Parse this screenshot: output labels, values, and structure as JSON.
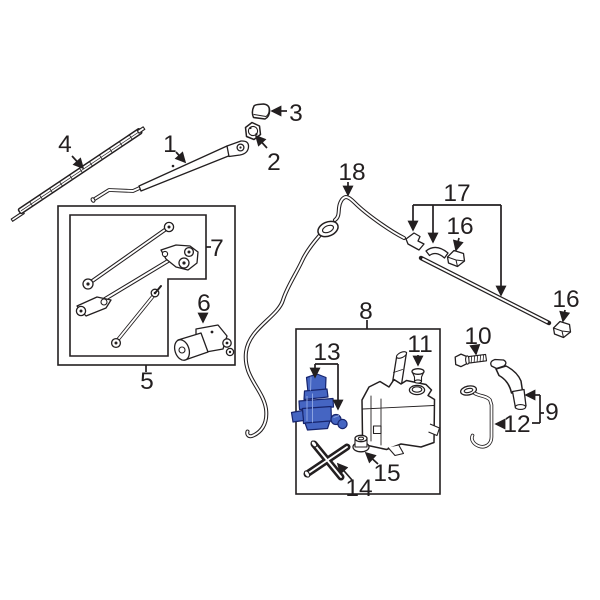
{
  "canvas": {
    "background": "#ffffff",
    "line_color": "#231f20"
  },
  "highlight": {
    "fill": "#4565c2",
    "stroke": "#17256e",
    "light": "#8aa2e0"
  },
  "callouts": {
    "c1": "1",
    "c2": "2",
    "c3": "3",
    "c4": "4",
    "c5": "5",
    "c6": "6",
    "c7": "7",
    "c8": "8",
    "c9": "9",
    "c10": "10",
    "c11": "11",
    "c12": "12",
    "c13": "13",
    "c14": "14",
    "c15": "15",
    "c16a": "16",
    "c16b": "16",
    "c17": "17",
    "c18": "18"
  }
}
